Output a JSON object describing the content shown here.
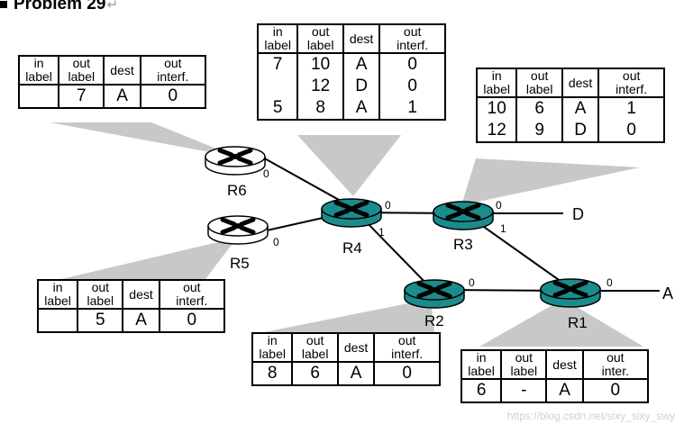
{
  "title": "Problem 29",
  "routers": [
    {
      "id": "R1",
      "label": "R1",
      "style": "teal"
    },
    {
      "id": "R2",
      "label": "R2",
      "style": "teal"
    },
    {
      "id": "R3",
      "label": "R3",
      "style": "teal"
    },
    {
      "id": "R4",
      "label": "R4",
      "style": "teal"
    },
    {
      "id": "R5",
      "label": "R5",
      "style": "white"
    },
    {
      "id": "R6",
      "label": "R6",
      "style": "white"
    }
  ],
  "hosts": [
    "D",
    "A"
  ],
  "interface_labels": {
    "r6_0": "0",
    "r5_0": "0",
    "r4_0": "0",
    "r4_1": "1",
    "r3_0": "0",
    "r3_1": "1",
    "r2_0": "0",
    "r1_0": "0"
  },
  "tables": {
    "r6": {
      "headers": [
        "in\nlabel",
        "out\nlabel",
        "dest",
        "out\ninterf."
      ],
      "rows": [
        [
          "",
          "7",
          "A",
          "0"
        ]
      ]
    },
    "r4": {
      "headers": [
        "in\nlabel",
        "out\nlabel",
        "dest",
        "out\ninterf."
      ],
      "rows": [
        [
          "7",
          "10",
          "A",
          "0"
        ],
        [
          "",
          "12",
          "D",
          "0"
        ],
        [
          "5",
          "8",
          "A",
          "1"
        ]
      ]
    },
    "r3": {
      "headers": [
        "in\nlabel",
        "out\nlabel",
        "dest",
        "out\ninterf."
      ],
      "rows": [
        [
          "10",
          "6",
          "A",
          "1"
        ],
        [
          "12",
          "9",
          "D",
          "0"
        ]
      ]
    },
    "r5": {
      "headers": [
        "in\nlabel",
        "out\nlabel",
        "dest",
        "out\ninterf."
      ],
      "rows": [
        [
          "",
          "5",
          "A",
          "0"
        ]
      ]
    },
    "r2": {
      "headers": [
        "in\nlabel",
        "out\nlabel",
        "dest",
        "out\ninterf."
      ],
      "rows": [
        [
          "8",
          "6",
          "A",
          "0"
        ]
      ]
    },
    "r1": {
      "headers": [
        "in\nlabel",
        "out\nlabel",
        "dest",
        "out\ninter."
      ],
      "rows": [
        [
          "6",
          "-",
          "A",
          "0"
        ]
      ]
    }
  },
  "watermark": "https://blog.csdn.net/sixy_sixy_swy"
}
